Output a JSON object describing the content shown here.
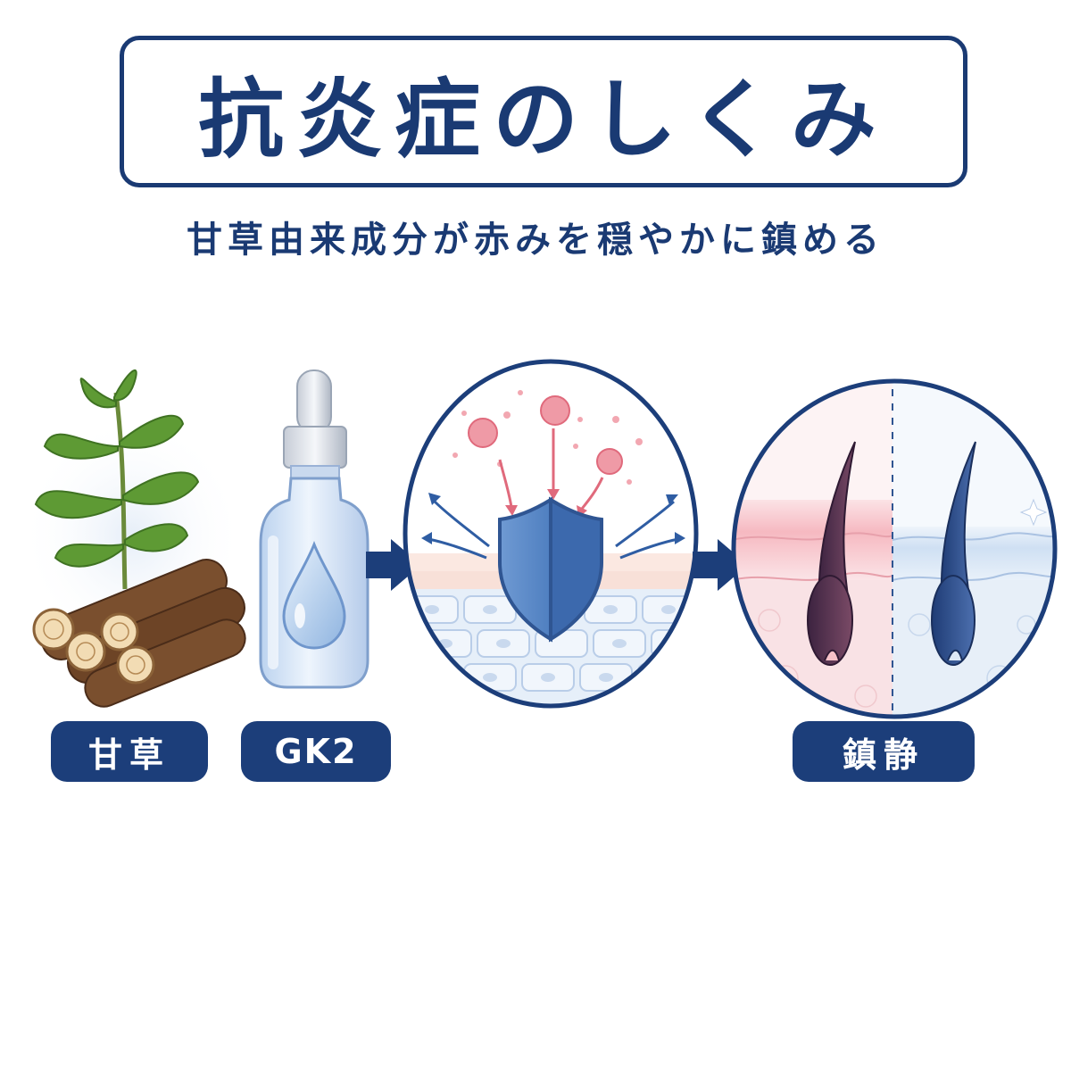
{
  "header": {
    "title": "抗炎症のしくみ",
    "subtitle": "甘草由来成分が赤みを穏やかに鎮める"
  },
  "steps": [
    {
      "label": "甘草",
      "icon": "licorice-plant-icon"
    },
    {
      "label": "GK2",
      "icon": "serum-bottle-icon"
    },
    {
      "label": "",
      "icon": "skin-shield-icon"
    },
    {
      "label": "鎮静",
      "icon": "calm-skin-icon"
    }
  ],
  "colors": {
    "navy": "#1c3e7a",
    "shield": "#5b87c5",
    "inflamed": "#f4b6bf",
    "calm": "#dce8f6"
  }
}
